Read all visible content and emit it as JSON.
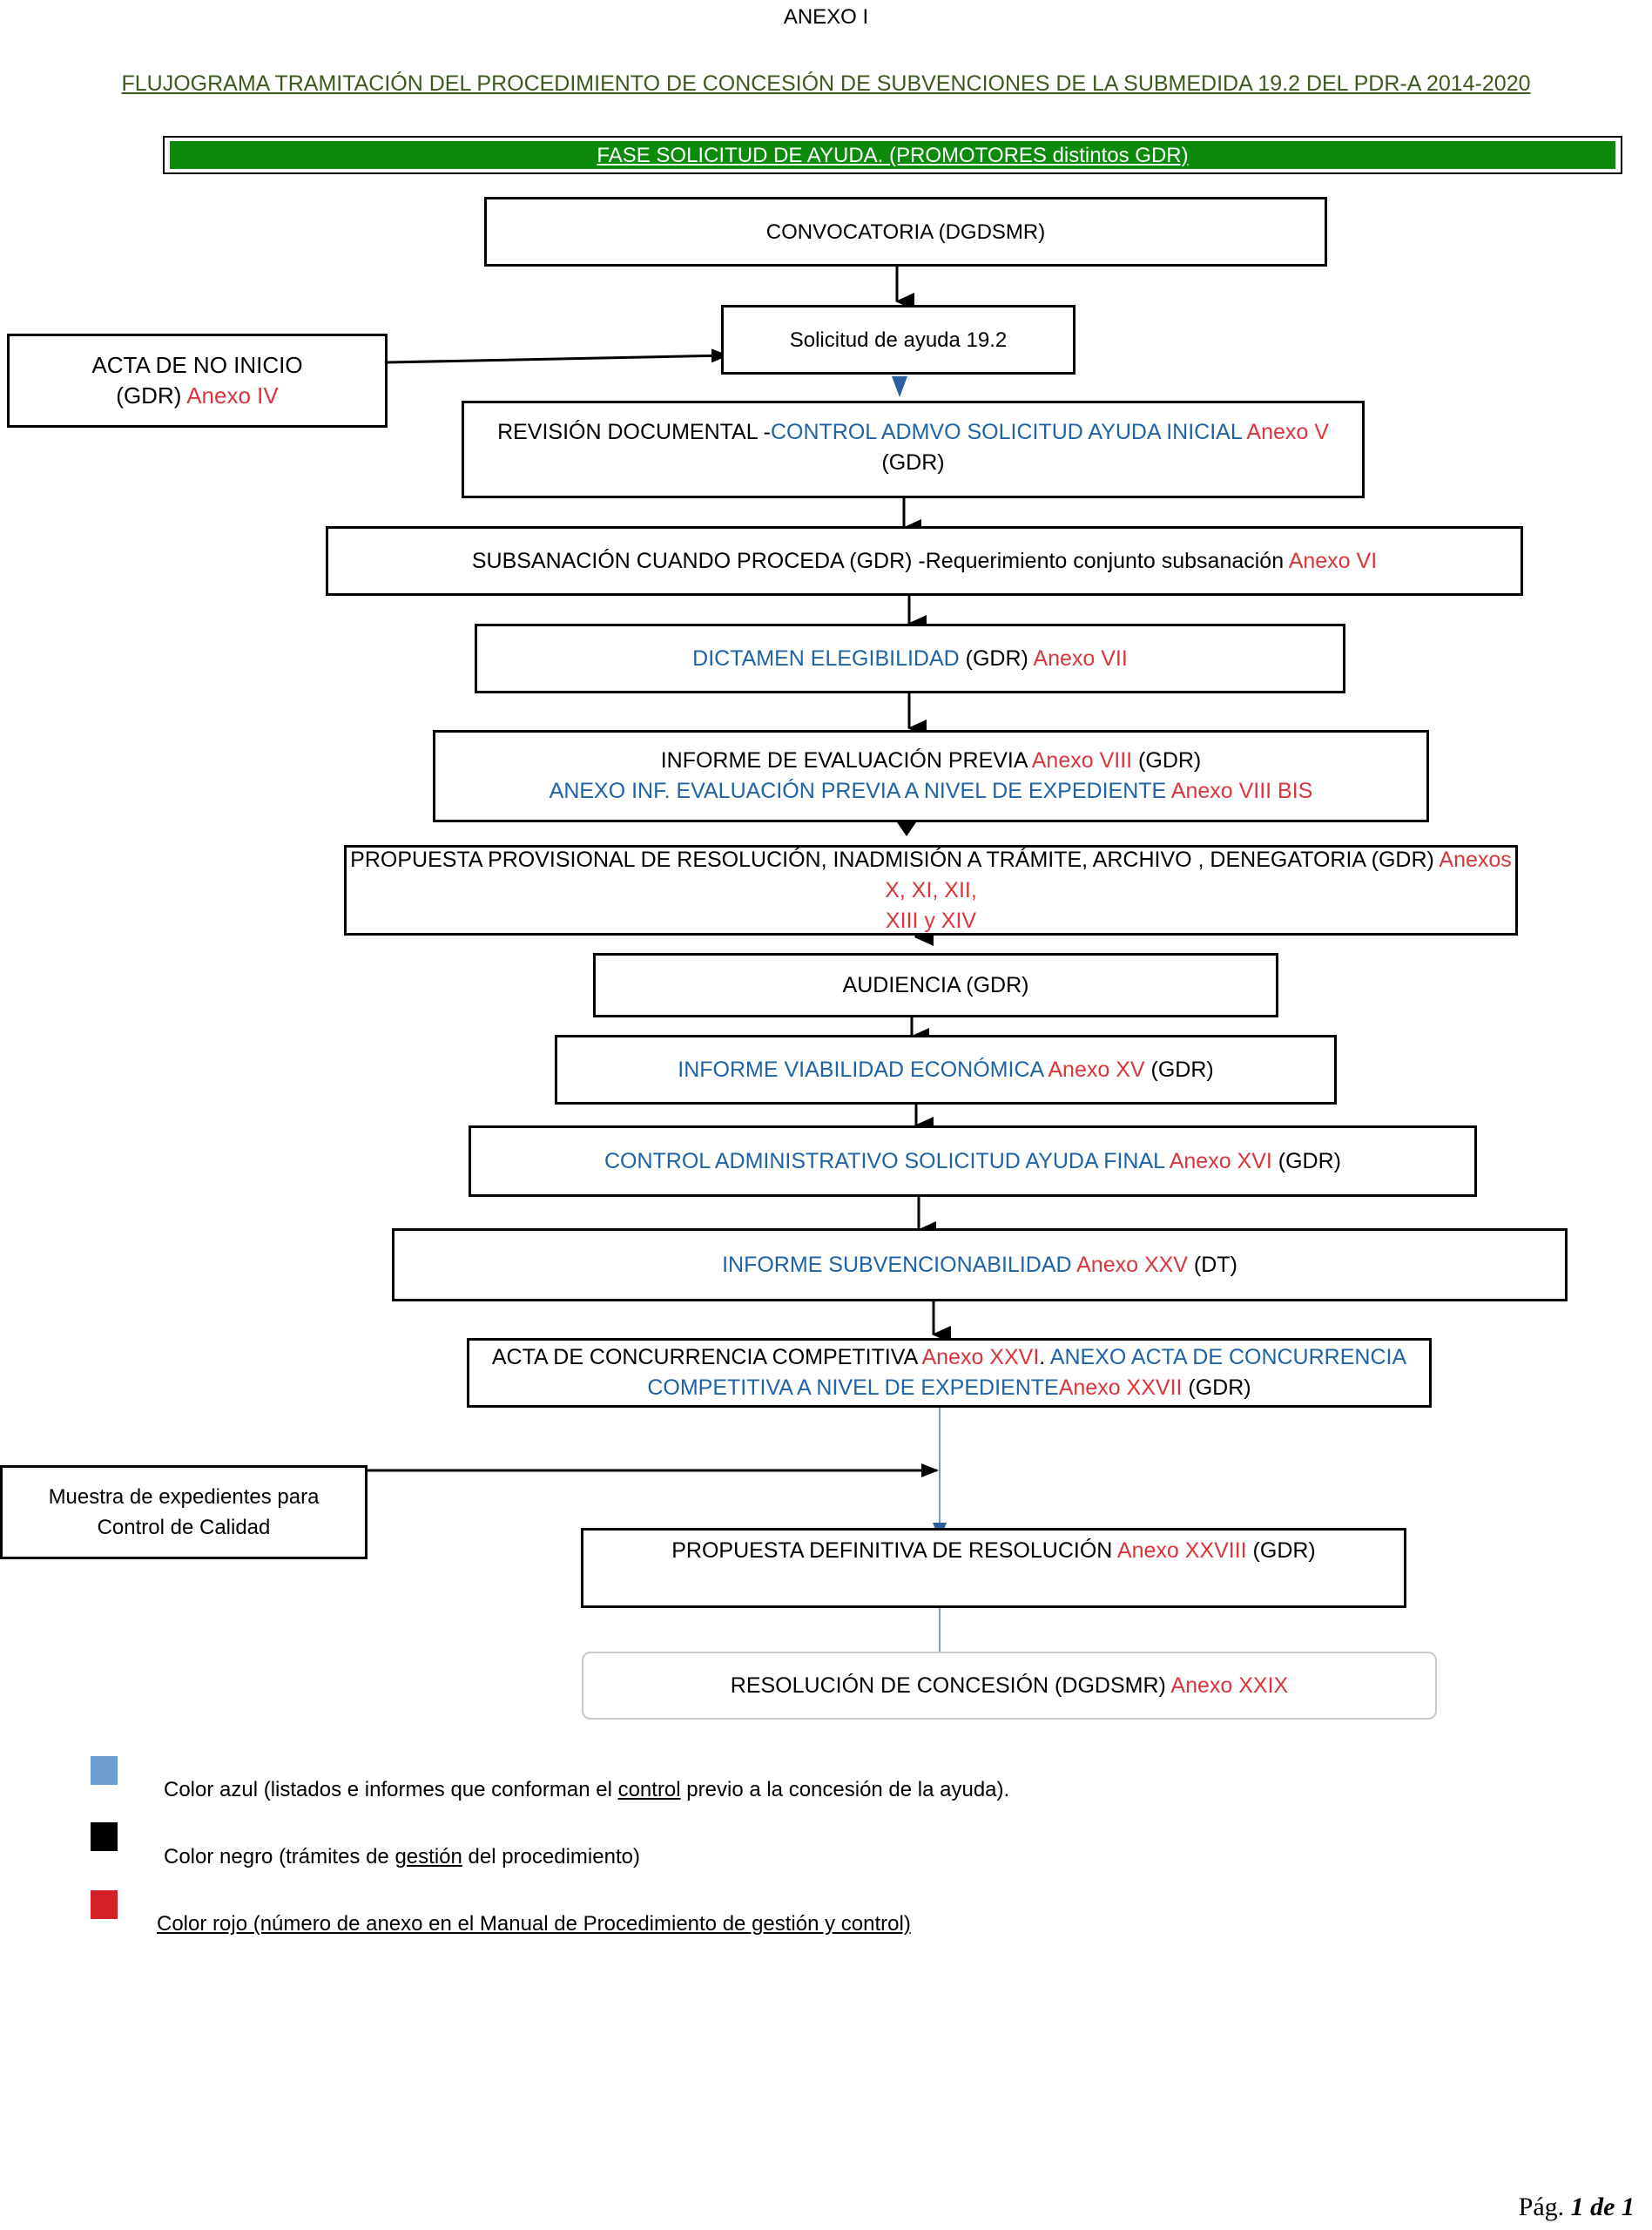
{
  "header": {
    "anexo": "ANEXO I",
    "flujograma": "FLUJOGRAMA TRAMITACIÓN DEL PROCEDIMIENTO DE CONCESIÓN DE SUBVENCIONES DE LA SUBMEDIDA 19.2 DEL PDR-A 2014-2020",
    "fase": "FASE SOLICITUD DE AYUDA. (PROMOTORES  distintos GDR)"
  },
  "colors": {
    "blue": "#1f63a6",
    "red": "#d9363c",
    "green": "#0b8a0b",
    "legend_blue": "#6f9fd0",
    "legend_red": "#d42128"
  },
  "steps": {
    "convocatoria": "CONVOCATORIA (DGDSMR)",
    "solicitud": "Solicitud de ayuda 19.2",
    "acta_no_inicio_1": "ACTA DE NO INICIO",
    "acta_no_inicio_2a": "(GDR) ",
    "acta_no_inicio_2b": "Anexo IV",
    "revision_a": "REVISIÓN DOCUMENTAL -",
    "revision_b": "CONTROL ADMVO SOLICITUD AYUDA INICIAL",
    "revision_c": " Anexo V",
    "revision_d": " (GDR)",
    "subsanacion_a": "SUBSANACIÓN CUANDO PROCEDA (GDR) -",
    "subsanacion_b": "Requerimiento conjunto subsanación",
    "subsanacion_c": " Anexo VI",
    "dictamen_a": "DICTAMEN ELEGIBILIDAD",
    "dictamen_b": " (GDR)",
    "dictamen_c": " Anexo VII",
    "informe_a": "INFORME DE EVALUACIÓN PREVIA",
    "informe_b": " Anexo VIII",
    "informe_c": " (GDR)",
    "informe_d": "ANEXO INF. EVALUACIÓN PREVIA A NIVEL DE EXPEDIENTE",
    "informe_e": " Anexo VIII BIS",
    "propuesta_prov_a": "PROPUESTA PROVISIONAL DE RESOLUCIÓN, INADMISIÓN A TRÁMITE, ARCHIVO , DENEGATORIA  (GDR)",
    "propuesta_prov_b": " Anexos X, XI, XII,",
    "propuesta_prov_c": "XIII y XIV",
    "audiencia": "AUDIENCIA (GDR)",
    "viabilidad_a": "INFORME VIABILIDAD ECONÓMICA",
    "viabilidad_b": " Anexo XV",
    "viabilidad_c": " (GDR)",
    "control_final_a": "CONTROL ADMINISTRATIVO SOLICITUD AYUDA FINAL",
    "control_final_b": " Anexo  XVI",
    "control_final_c": " (GDR)",
    "subvencionabilidad_a": "INFORME SUBVENCIONABILIDAD",
    "subvencionabilidad_b": " Anexo XXV",
    "subvencionabilidad_c": " (DT)",
    "acta_conc_a": "ACTA DE CONCURRENCIA COMPETITIVA",
    "acta_conc_b": " Anexo XXVI",
    "acta_conc_c": ". ",
    "acta_conc_d": "ANEXO ACTA DE CONCURRENCIA",
    "acta_conc_e": "COMPETITIVA A NIVEL DE EXPEDIENTE",
    "acta_conc_f": "Anexo XXVII",
    "acta_conc_g": " (GDR)",
    "muestra_1": "Muestra de expedientes para",
    "muestra_2": "Control de Calidad",
    "propuesta_def_a": "PROPUESTA DEFINITIVA DE RESOLUCIÓN",
    "propuesta_def_b": " Anexo XXVIII",
    "propuesta_def_c": "  (GDR)",
    "resolucion_a": "RESOLUCIÓN DE CONCESIÓN (DGDSMR)",
    "resolucion_b": " Anexo XXIX"
  },
  "legend": {
    "blue_a": "Color azul (listados e informes que conforman el ",
    "blue_b": "control",
    "blue_c": " previo a la concesión de la ayuda).",
    "black_a": "Color negro (trámites de ",
    "black_b": "gestión",
    "black_c": " del procedimiento)",
    "red": "Color rojo (número de anexo en el Manual de Procedimiento de gestión y control)"
  },
  "footer": {
    "pag": "Pág. ",
    "num": "1 de 1"
  }
}
